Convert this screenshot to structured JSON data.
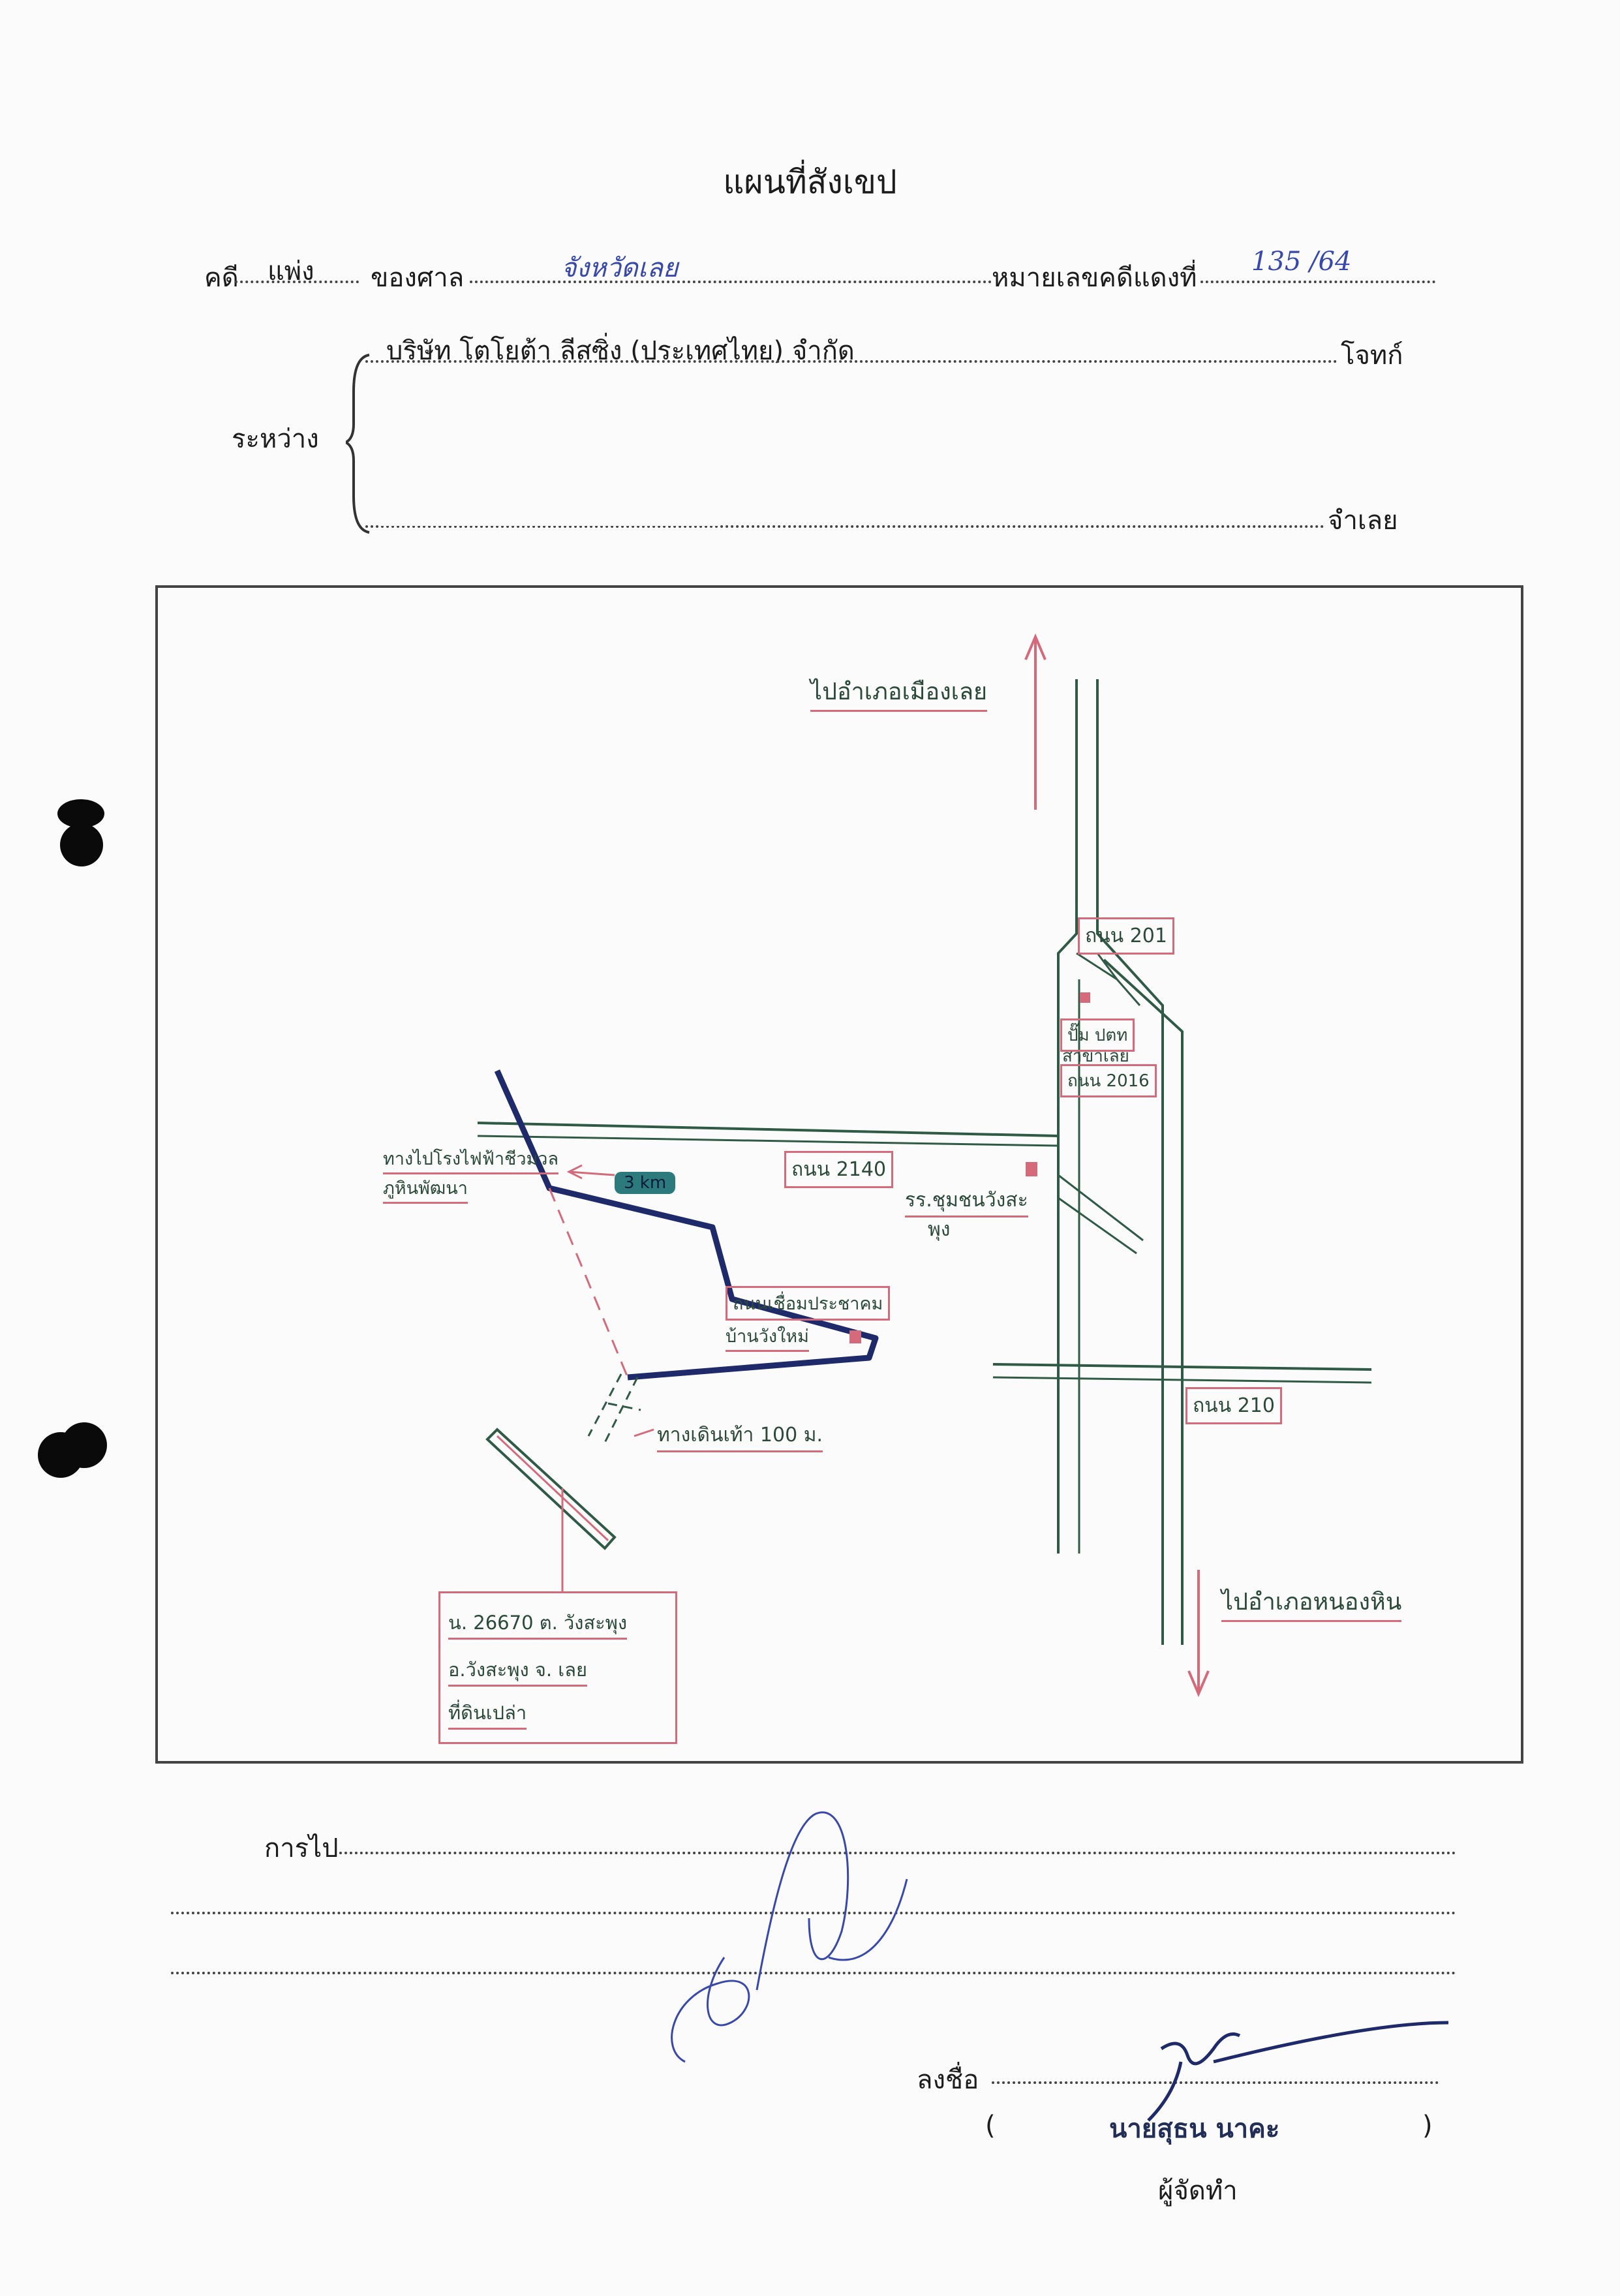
{
  "header": {
    "title": "แผนที่สังเขป",
    "case_label": "คดี",
    "case_type": "แพ่ง",
    "court_label": "ของศาล",
    "court_name": "จังหวัดเลย",
    "red_case_label": "หมายเลขคดีแดงที่",
    "red_case_number": "135 /64"
  },
  "parties": {
    "between_label": "ระหว่าง",
    "plaintiff_name": "บริษัท โตโยต้า ลีสซิ่ง (ประเทศไทย) จำกัด",
    "plaintiff_label": "โจทก์",
    "defendant_label": "จำเลย"
  },
  "map": {
    "to_mueang_loei": "ไปอำเภอเมืองเลย",
    "to_nong_hin": "ไปอำเภอหนองหิน",
    "road_201": "ถนน 201",
    "road_210": "ถนน 210",
    "road_2140": "ถนน 2140",
    "station_label_1": "ปั๊ม ปตท",
    "station_label_2": "สาขาเลย",
    "station_label_3": "ถนน 2016",
    "school_line_1": "รร.ชุมชนวังสะ",
    "school_line_2": "พุง",
    "side_road_line_1": "ทางไปโรงไฟฟ้าชีวมวล",
    "side_road_line_2": "ภูหินพัฒนา",
    "distance_badge": "3 km",
    "junction_line_1": "ถนนเชื่อมประชาคม",
    "junction_line_2": "บ้านวังใหม่",
    "dirt_road": "ทางเดินเท้า 100 ม.",
    "plot_line_1": "น. 26670 ต. วังสะพุง",
    "plot_line_2": "อ.วังสะพุง จ. เลย",
    "plot_line_3": "ที่ดินเปล่า"
  },
  "footer": {
    "route_label": "การไป",
    "sign_label": "ลงชื่อ",
    "signer_name": "นายสุธน นาคะ",
    "preparer_label": "ผู้จัดทำ",
    "open_paren": "(",
    "close_paren": ")"
  },
  "colors": {
    "ink": "#1c1c1c",
    "road": "#2f5a46",
    "route": "#1f2a6b",
    "annotation": "#d46a7a",
    "pen_blue": "#3949ab"
  }
}
